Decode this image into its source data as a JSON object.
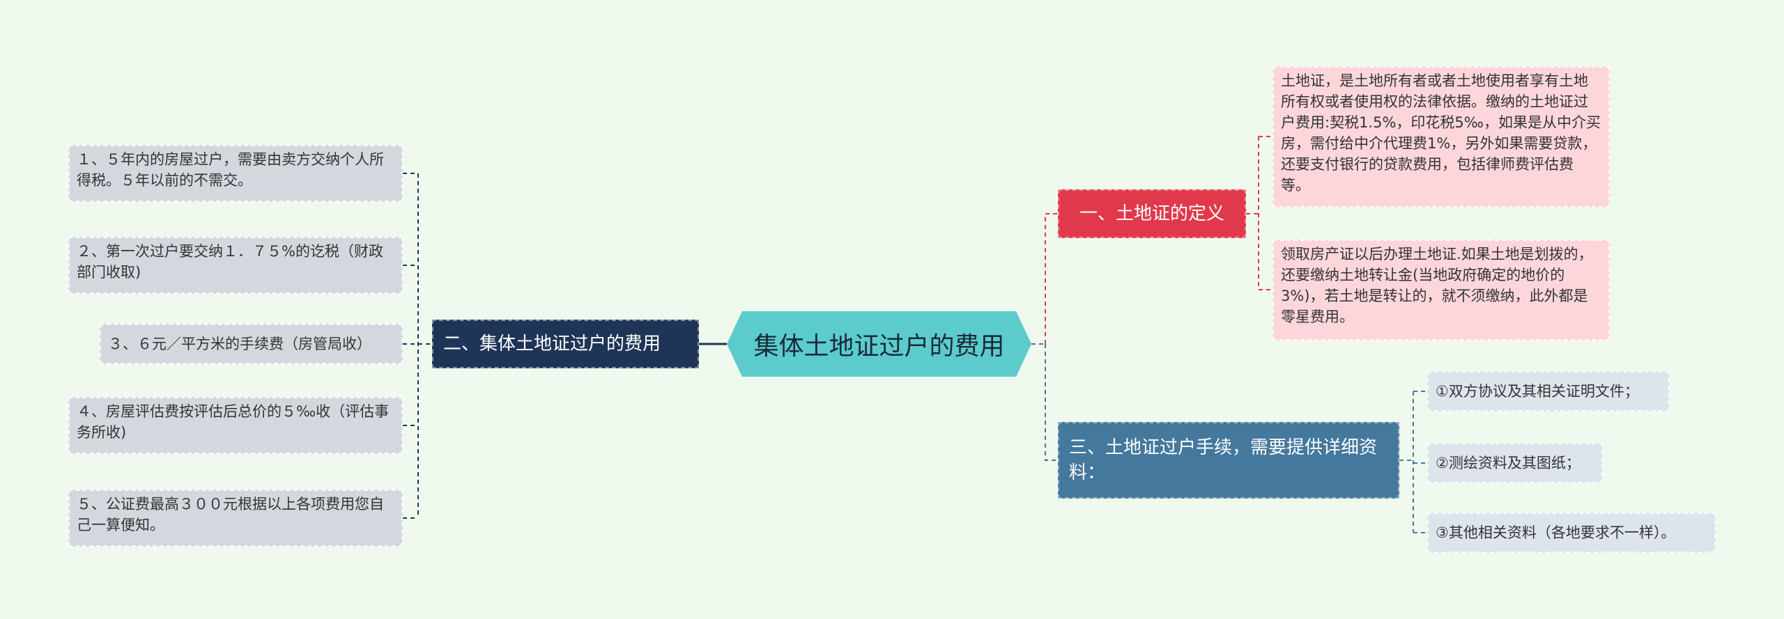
{
  "root": {
    "title": "集体土地证过户的费用"
  },
  "left_branch": {
    "title": "二、集体土地证过户的费用",
    "items": [
      "１、５年内的房屋过户，需要由卖方交纳个人所得税。５年以前的不需交。",
      "２、第一次过户要交纳１．７５%的讫税（财政部门收取)",
      "３、６元／平方米的手续费（房管局收）",
      "４、房屋评估费按评估后总价的５‰收（评估事务所收)",
      "５、公证费最高３００元根据以上各项费用您自己一算便知。"
    ]
  },
  "definition_branch": {
    "title": "一、土地证的定义",
    "items": [
      "土地证，是土地所有者或者土地使用者享有土地所有权或者使用权的法律依据。缴纳的土地证过户费用:契税1.5%，印花税5‰，如果是从中介买房，需付给中介代理费1%，另外如果需要贷款，还要支付银行的贷款费用，包括律师费评估费等。",
      "领取房产证以后办理土地证.如果土地是划拨的，还要缴纳土地转让金(当地政府确定的地价的3%)，若土地是转让的，就不须缴纳，此外都是零星费用。"
    ]
  },
  "procedure_branch": {
    "title": "三、土地证过户手续，需要提供详细资料：",
    "items": [
      "①双方协议及其相关证明文件；",
      "②测绘资料及其图纸；",
      "③其他相关资料（各地要求不一样）。"
    ]
  },
  "colors": {
    "background": "#f0f9ee",
    "root": "#5ccbcc",
    "left_branch": "#1f3557",
    "definition_branch": "#e0394b",
    "procedure_branch": "#44789d",
    "left_leaf": "#d3d8df",
    "definition_leaf": "#fcd6db",
    "procedure_leaf": "#dde4ec"
  }
}
